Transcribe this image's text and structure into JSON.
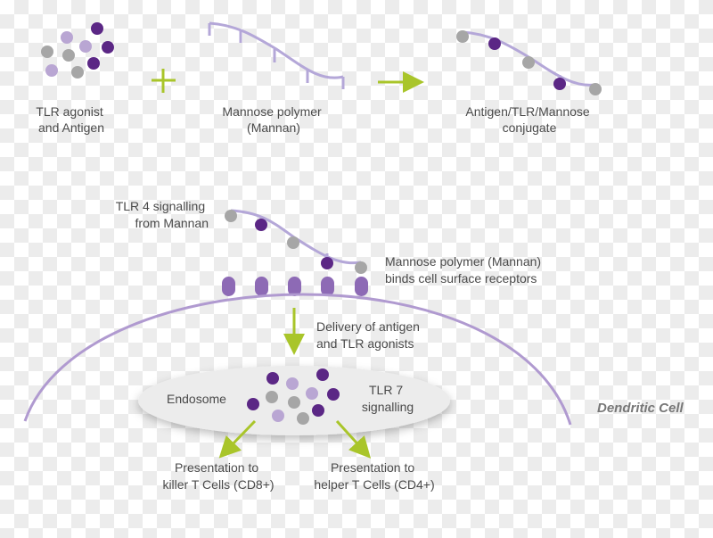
{
  "colors": {
    "dark_purple": "#5b2785",
    "light_purple": "#b9a6d3",
    "gray": "#a6a6a6",
    "polymer": "#b4a7d8",
    "arrow": "#a9c52a",
    "membrane": "#b09ad0"
  },
  "top": {
    "agonist_label": [
      "TLR agonist",
      "and Antigen"
    ],
    "polymer_label": [
      "Mannose polymer",
      "(Mannan)"
    ],
    "conjugate_label": [
      "Antigen/TLR/Mannose",
      "conjugate"
    ]
  },
  "middle": {
    "tlr4_label": [
      "TLR 4 signalling",
      "from Mannan"
    ],
    "receptor_label": [
      "Mannose polymer (Mannan)",
      "binds cell surface receptors"
    ],
    "delivery_label": [
      "Delivery of antigen",
      "and TLR agonists"
    ]
  },
  "endosome": {
    "label": "Endosome",
    "tlr7_label": [
      "TLR 7",
      "signalling"
    ]
  },
  "outputs": {
    "killer": [
      "Presentation to",
      "killer T Cells (CD8+)"
    ],
    "helper": [
      "Presentation to",
      "helper T Cells (CD4+)"
    ]
  },
  "cell_label": "Dendritic Cell"
}
